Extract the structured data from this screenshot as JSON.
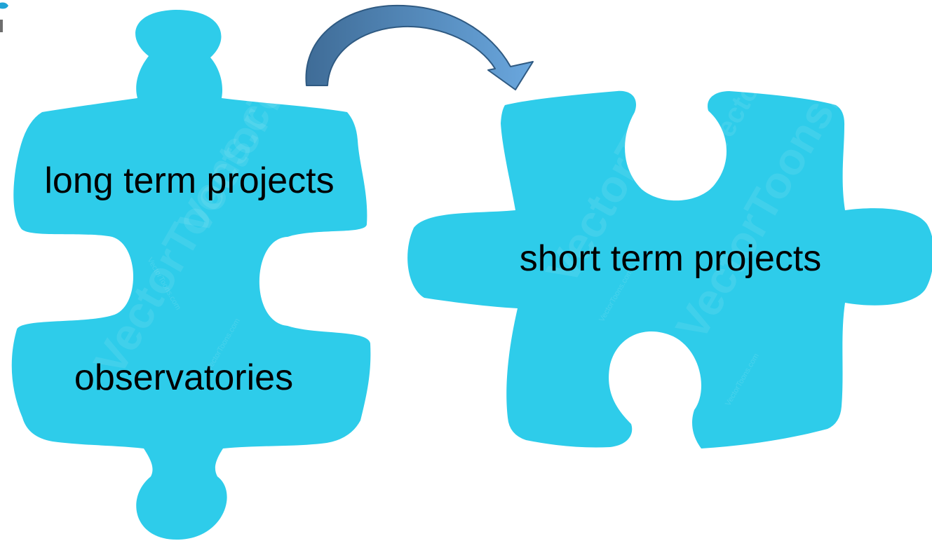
{
  "pieces": {
    "left_top_label": "long term projects",
    "left_bottom_label": "observatories",
    "right_label": "short term projects"
  },
  "watermark": "VectorToons.com",
  "colors": {
    "piece_fill": "#2ECCEA",
    "arrow_light": "#5B9BD5",
    "arrow_dark": "#3F6C97",
    "logo_blue": "#1FA3D6",
    "logo_gray": "#6E6E6E"
  },
  "icons": {
    "arrow": "curved-arrow-icon",
    "logo": "logo-fragment-icon"
  }
}
